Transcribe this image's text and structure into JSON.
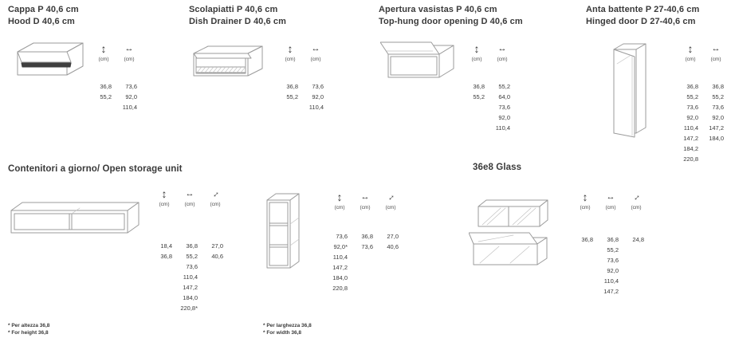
{
  "colors": {
    "text": "#3a3a3a",
    "drawing_stroke": "#9b9b9b",
    "dark_accent": "#3f3f3f",
    "background": "#ffffff"
  },
  "icons": {
    "height_arrow": "↕",
    "width_arrow": "↔",
    "depth_arrow": "↔"
  },
  "units_label": "(cm)",
  "sections": {
    "cappa": {
      "title_line1": "Cappa P 40,6 cm",
      "title_line2": "Hood D 40,6 cm",
      "heights": [
        "36,8",
        "55,2"
      ],
      "widths": [
        "73,6",
        "92,0",
        "110,4"
      ]
    },
    "scolapiatti": {
      "title_line1": "Scolapiatti P 40,6 cm",
      "title_line2": "Dish Drainer D 40,6 cm",
      "heights": [
        "36,8",
        "55,2"
      ],
      "widths": [
        "73,6",
        "92,0",
        "110,4"
      ]
    },
    "vasistas": {
      "title_line1": "Apertura vasistas P 40,6 cm",
      "title_line2": "Top-hung door opening D 40,6 cm",
      "heights": [
        "36,8",
        "55,2"
      ],
      "widths": [
        "55,2",
        "64,0",
        "73,6",
        "92,0",
        "110,4"
      ]
    },
    "anta": {
      "title_line1": "Anta battente P 27-40,6 cm",
      "title_line2": "Hinged door D 27-40,6 cm",
      "heights": [
        "36,8",
        "55,2",
        "73,6",
        "92,0",
        "110,4",
        "147,2",
        "184,2",
        "220,8"
      ],
      "widths": [
        "36,8",
        "55,2",
        "73,6",
        "92,0",
        "147,2",
        "184,0"
      ]
    },
    "open_storage": {
      "heading": "Contenitori a giorno/ Open storage unit",
      "horizontal": {
        "heights": [
          "18,4",
          "36,8"
        ],
        "widths": [
          "36,8",
          "55,2",
          "73,6",
          "110,4",
          "147,2",
          "184,0",
          "220,8*"
        ],
        "depths": [
          "27,0",
          "40,6"
        ],
        "footnote_it": "* Per altezza 36,8",
        "footnote_en": "* For height 36,8"
      },
      "vertical": {
        "heights": [
          "73,6",
          "92,0*",
          "110,4",
          "147,2",
          "184,0",
          "220,8"
        ],
        "widths": [
          "36,8",
          "73,6"
        ],
        "depths": [
          "27,0",
          "40,6"
        ],
        "footnote_it": "* Per larghezza 36,8",
        "footnote_en": "* For width 36,8"
      }
    },
    "glass": {
      "heading": "36e8 Glass",
      "heights": [
        "36,8"
      ],
      "widths": [
        "36,8",
        "55,2",
        "73,6",
        "92,0",
        "110,4",
        "147,2"
      ],
      "depths": [
        "24,8"
      ]
    }
  }
}
